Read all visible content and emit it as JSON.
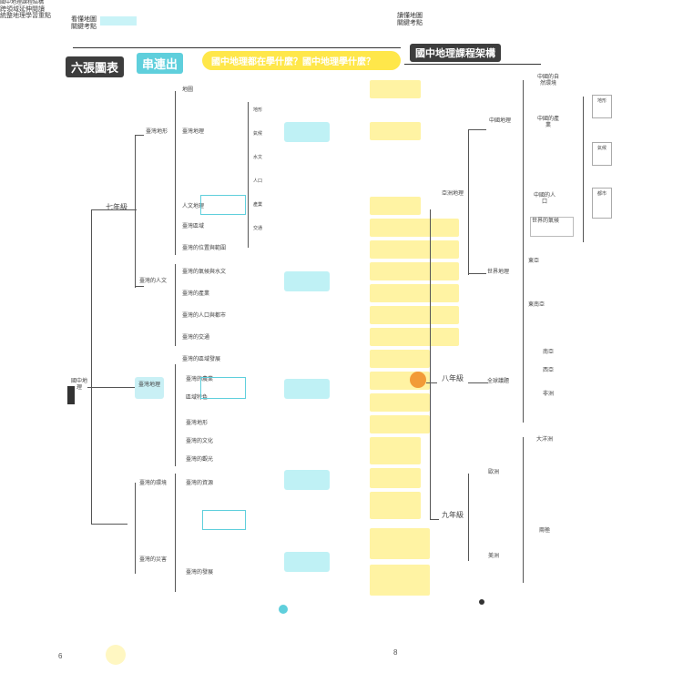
{
  "header": {
    "left_tab_line1": "看懂地圖",
    "left_tab_line2": "關鍵考點",
    "right_tab_line1": "讀懂地圖",
    "right_tab_line2": "關鍵考點"
  },
  "left_page": {
    "title_gray": "六張圖表",
    "title_teal": "串連出"
  },
  "yellow_banner": "國中地理都在學什麼？國中地理學什麼？",
  "right_page": {
    "title": "國中地理課程架構"
  },
  "left_tree": {
    "root": "國中地理",
    "grade7": "七年級",
    "branch_a": "臺灣地形",
    "branch_b": "臺灣的人文",
    "teal_node": "臺灣地理",
    "leaves_top": [
      "地圖",
      "臺灣地理",
      "人文地理",
      "臺灣區域",
      "臺灣的位置與範圍"
    ],
    "leaves_mid": [
      "臺灣的氣候與水文",
      "臺灣的產業",
      "臺灣的人口與都市",
      "臺灣的交通",
      "臺灣的區域發展"
    ],
    "leaves_low": [
      "臺灣的農業",
      "區域特色",
      "臺灣地形",
      "臺灣的文化",
      "臺灣的觀光"
    ],
    "leaves_bottom": [
      "臺灣的環境",
      "臺灣的災害",
      "臺灣的資源",
      "臺灣的發展"
    ]
  },
  "right_tree": {
    "grade8": "八年級",
    "grade9": "九年級",
    "branch_china": "中國地理",
    "branch_asia": "亞洲地理",
    "branch_world": "世界地理",
    "branch_global": "全球議題",
    "world_node": "世界的氣候",
    "leaves": [
      "中國的自然環境",
      "中國的產業",
      "中國的人口",
      "東亞",
      "東南亞",
      "南亞",
      "西亞",
      "非洲",
      "歐洲",
      "美洲",
      "大洋洲",
      "兩極"
    ],
    "side_items": [
      "地形",
      "氣候",
      "水文",
      "人口",
      "產業",
      "交通",
      "都市"
    ]
  },
  "footer": {
    "left_note": "國中地理課程結構",
    "right_note_line1": "跨領域延伸閱讀",
    "right_note_line2": "統整地理學習重點",
    "left_page_num": "6",
    "right_page_num": "8"
  }
}
